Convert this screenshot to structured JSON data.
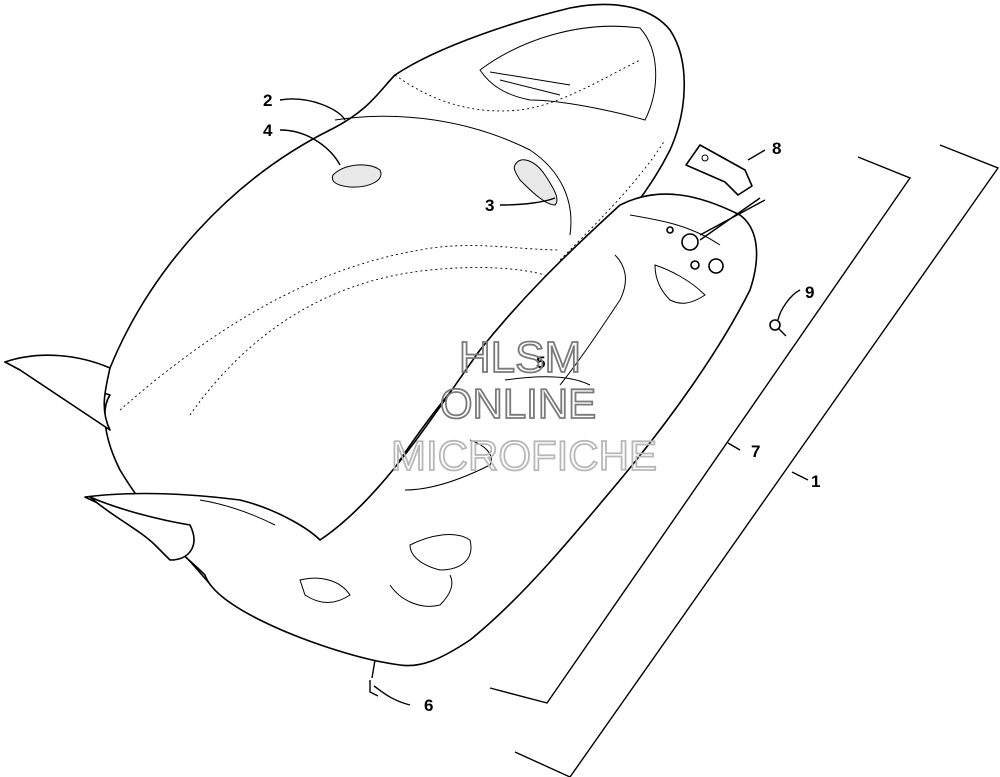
{
  "callouts": [
    {
      "id": "c1",
      "label": "1"
    },
    {
      "id": "c2",
      "label": "2"
    },
    {
      "id": "c3",
      "label": "3"
    },
    {
      "id": "c4",
      "label": "4"
    },
    {
      "id": "c5",
      "label": "5"
    },
    {
      "id": "c6",
      "label": "6"
    },
    {
      "id": "c7",
      "label": "7"
    },
    {
      "id": "c8",
      "label": "8"
    },
    {
      "id": "c9",
      "label": "9"
    }
  ],
  "watermark": {
    "line1": "HLSM",
    "line2": "ONLINE",
    "line3": "MICROFICHE"
  }
}
